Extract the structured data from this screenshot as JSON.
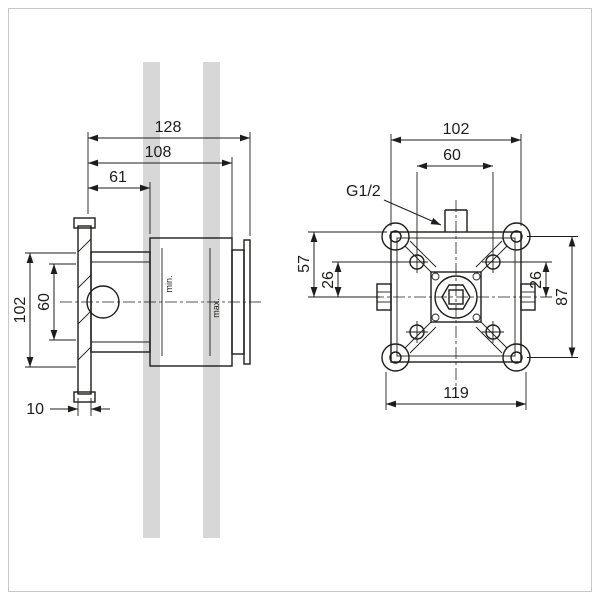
{
  "meta": {
    "type": "technical-installation-drawing"
  },
  "side_view": {
    "dim_overall_depth": "128",
    "dim_mid_depth": "108",
    "dim_front_depth": "61",
    "dim_height": "102",
    "dim_inner_height": "60",
    "dim_flange_thickness": "10",
    "label_min": "min.",
    "label_max": "max."
  },
  "front_view": {
    "dim_width": "102",
    "dim_hole_spacing": "60",
    "thread_label": "G1/2",
    "dim_top_to_center": "57",
    "dim_left_offset": "26",
    "dim_right_offset": "26",
    "dim_height_right": "87",
    "dim_width_bottom": "119"
  },
  "colors": {
    "line": "#1d1d1b",
    "stud_fill": "#d7d7d7",
    "page_border": "#c8c8c8",
    "background": "#ffffff"
  }
}
